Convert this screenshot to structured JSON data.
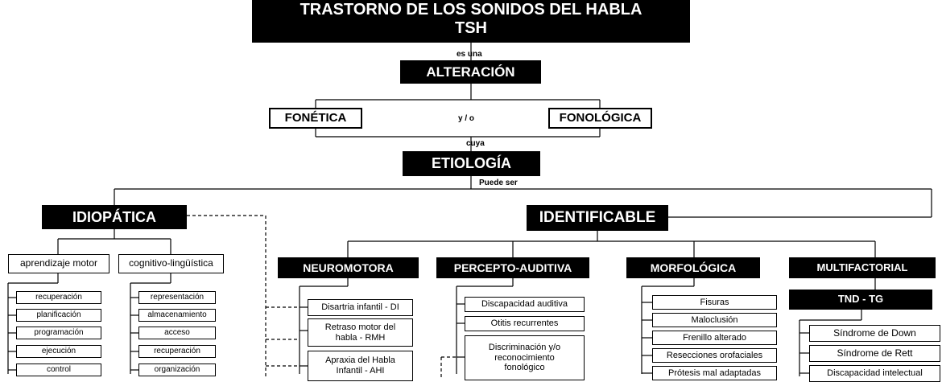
{
  "title": {
    "line1": "TRASTORNO DE LOS SONIDOS DEL HABLA",
    "line2": "TSH"
  },
  "labels": {
    "es_una": "es una",
    "y_o": "y / o",
    "cuya": "cuya",
    "puede_ser": "Puede ser"
  },
  "alteracion": "ALTERACIÓN",
  "fonetica": "FONÉTICA",
  "fonologica": "FONOLÓGICA",
  "etiologia": "ETIOLOGÍA",
  "idiopatica": {
    "label": "IDIOPÁTICA",
    "aprendizaje_motor": {
      "label": "aprendizaje motor",
      "items": [
        "recuperación",
        "planificación",
        "programación",
        "ejecución",
        "control"
      ]
    },
    "cognitivo": {
      "label": "cognitivo-lingüística",
      "items": [
        "representación",
        "almacenamiento",
        "acceso",
        "recuperación",
        "organización"
      ]
    }
  },
  "identificable": {
    "label": "IDENTIFICABLE",
    "neuromotora": {
      "label": "NEUROMOTORA",
      "items": [
        "Disartria infantil - DI",
        "Retraso motor del habla - RMH",
        "Apraxia del Habla Infantil - AHI"
      ]
    },
    "percepto": {
      "label": "PERCEPTO-AUDITIVA",
      "items": [
        "Discapacidad auditiva",
        "Otitis recurrentes",
        "Discriminación y/o reconocimiento fonológico"
      ]
    },
    "morfologica": {
      "label": "MORFOLÓGICA",
      "items": [
        "Fisuras",
        "Maloclusión",
        "Frenillo alterado",
        "Resecciones orofaciales",
        "Prótesis mal adaptadas"
      ]
    },
    "multifactorial": {
      "label": "MULTIFACTORIAL",
      "sub": "TND - TG",
      "items": [
        "Síndrome de Down",
        "Síndrome de Rett",
        "Discapacidad intelectual"
      ]
    }
  }
}
